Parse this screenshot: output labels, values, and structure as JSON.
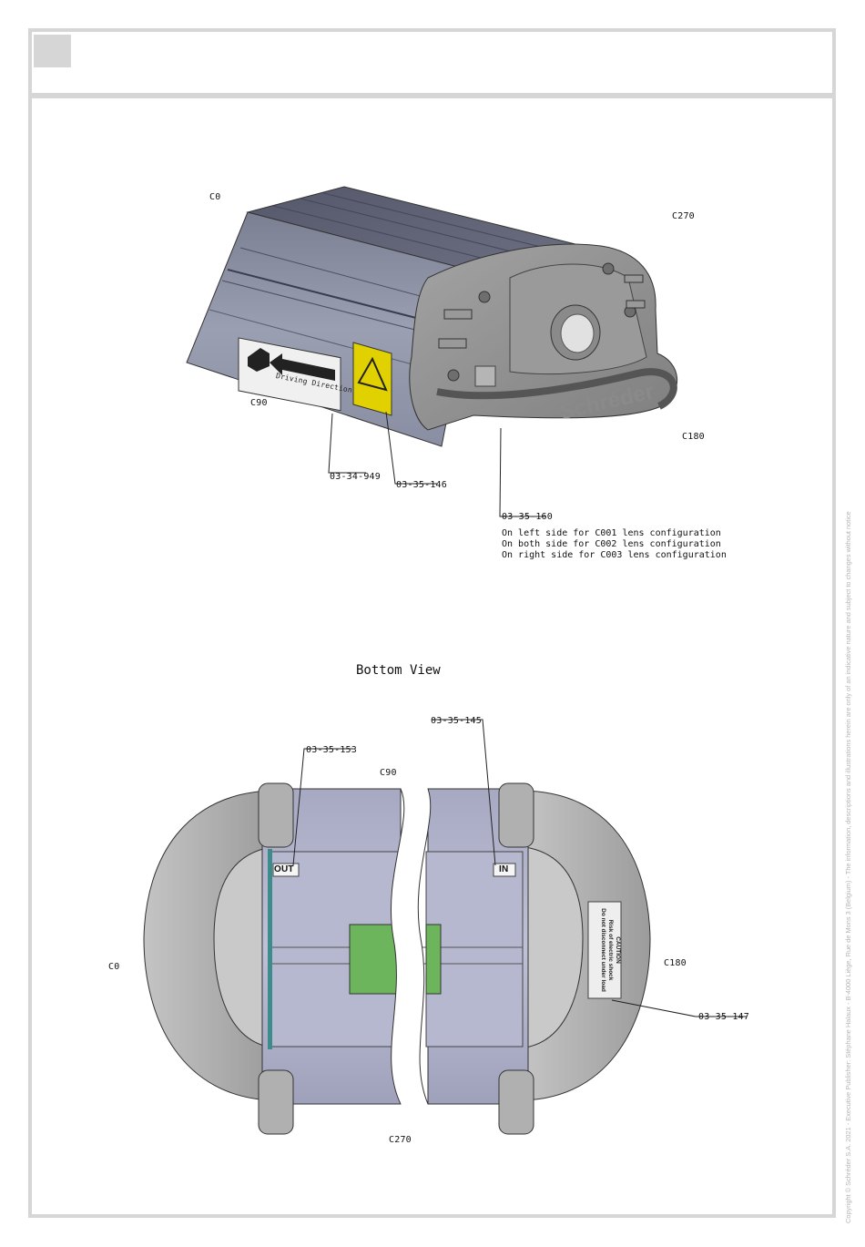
{
  "top_view": {
    "orientation_labels": {
      "c0": "C0",
      "c270": "C270",
      "c90": "C90",
      "c180": "C180"
    },
    "decals": {
      "driving_direction": "Driving Direction",
      "brand": "Schréder"
    },
    "callouts": [
      {
        "code": "03-34-949"
      },
      {
        "code": "03-35-146"
      },
      {
        "code": "03-35-160"
      }
    ],
    "notes": [
      "On left side for C001 lens configuration",
      "On both side for C002 lens configuration",
      "On right side for C003 lens configuration"
    ]
  },
  "bottom_view": {
    "title": "Bottom View",
    "orientation_labels": {
      "c90": "C90",
      "c0": "C0",
      "c180": "C180",
      "c270": "C270"
    },
    "stickers": {
      "out": "OUT",
      "in": "IN",
      "caution": [
        "CAUTION",
        "Risk of electric shock",
        "Do not disconnect under load"
      ]
    },
    "callouts": [
      {
        "code": "03-35-153"
      },
      {
        "code": "03-35-145"
      },
      {
        "code": "03-35-147"
      }
    ]
  },
  "sidebar_text": "Copyright © Schréder S.A. 2021 - Executive Publisher: Stéphane Halaux - B-4000 Liège, Rue de Mons 3 (Belgium) - The information, descriptions and illustrations herein are only of an indicative nature and subject to changes without notice"
}
